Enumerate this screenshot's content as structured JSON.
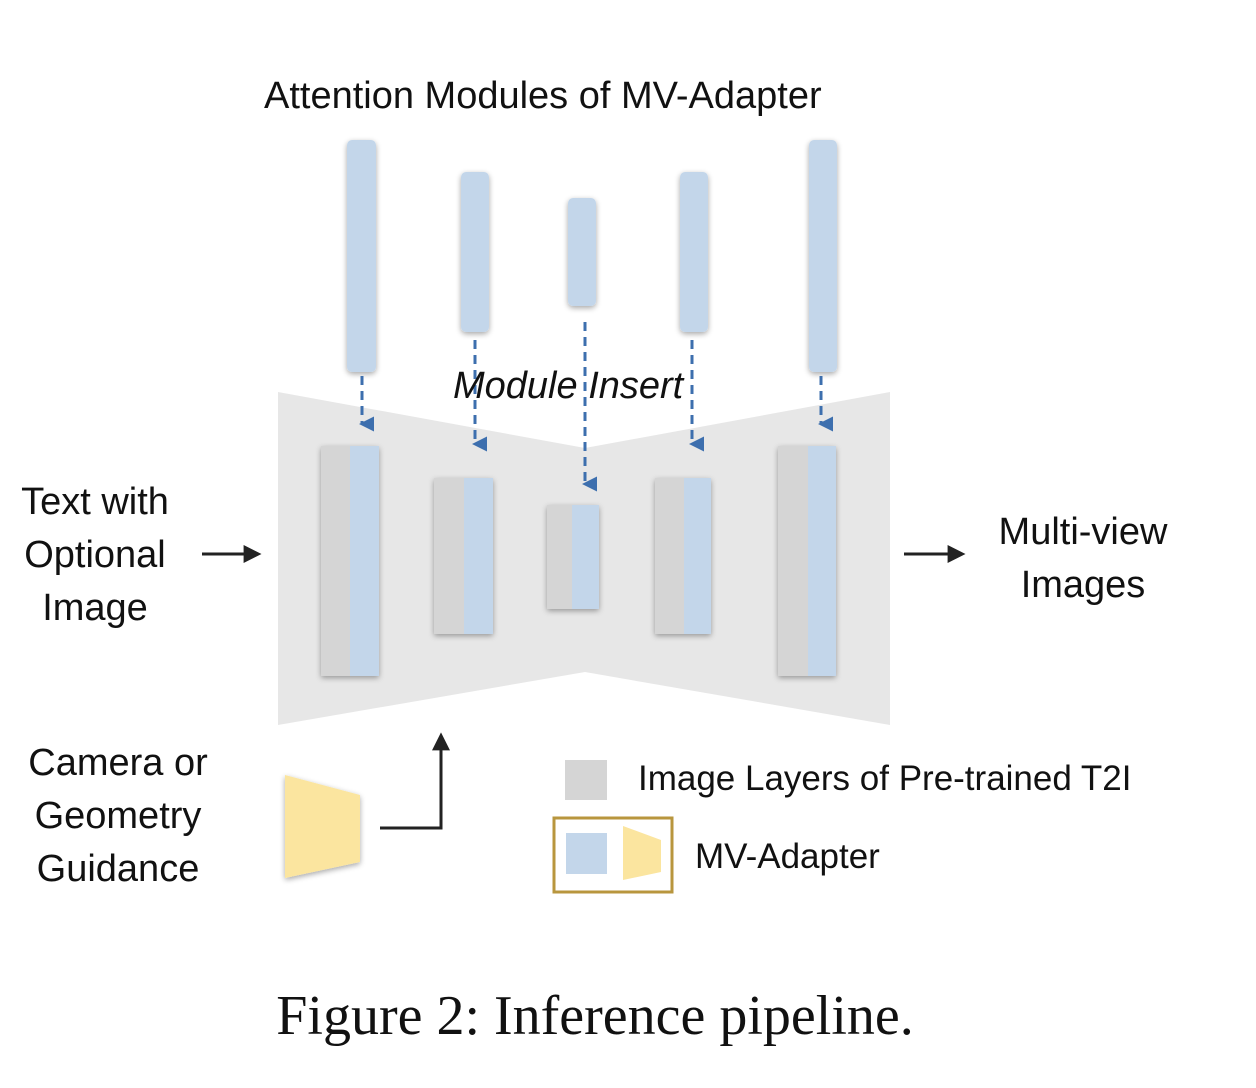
{
  "title": "Attention Modules of MV-Adapter",
  "module_insert": "Module Insert",
  "input_text": [
    "Text with",
    "Optional",
    "Image"
  ],
  "output_text": [
    "Multi-view",
    "Images"
  ],
  "guidance_text": [
    "Camera or",
    "Geometry",
    "Guidance"
  ],
  "legend": {
    "pretrained": "Image Layers of Pre-trained T2I",
    "adapter": "MV-Adapter"
  },
  "caption": "Figure 2: Inference pipeline.",
  "colors": {
    "unet_body": "#e7e7e7",
    "pretrained_layer": "#d5d5d5",
    "adapter_layer": "#c3d6ea",
    "camera_encoder": "#fbe59f",
    "legend_border": "#b8963e",
    "dashed_arrow": "#3d6fae",
    "arrow": "#222222"
  }
}
